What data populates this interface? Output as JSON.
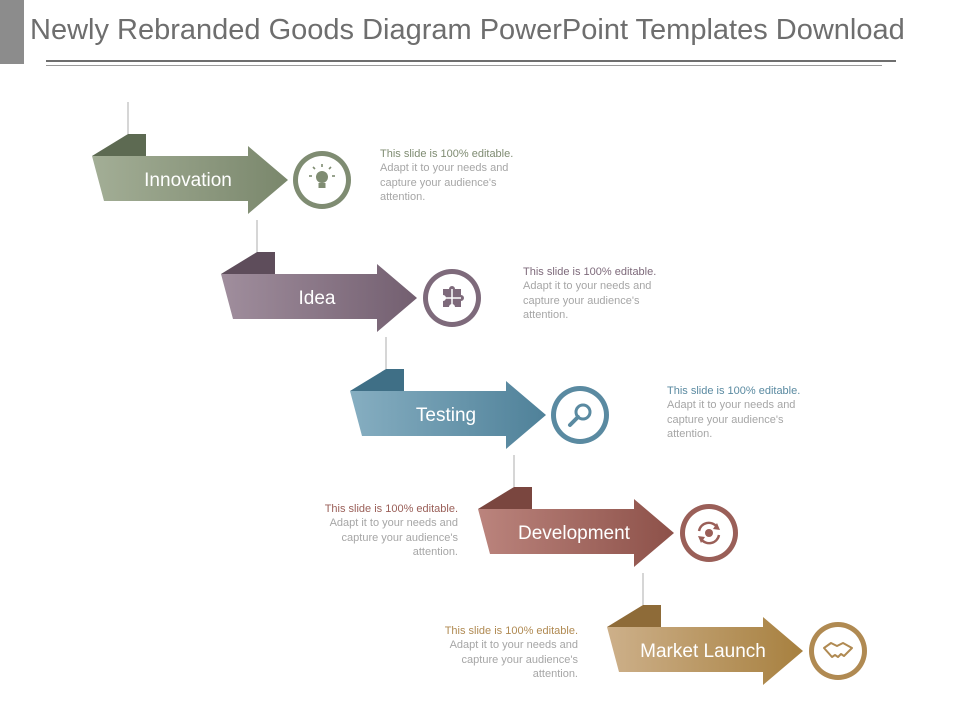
{
  "title": "Newly Rebranded Goods Diagram PowerPoint Templates  Download",
  "steps": [
    {
      "label": "Innovation",
      "color": "#7f8c72",
      "dark": "#5d6a52",
      "icon": "lightbulb-icon",
      "desc_lead": "This slide is 100% editable.",
      "desc_rest": "Adapt it to your needs and capture your audience's attention."
    },
    {
      "label": "Idea",
      "color": "#7e6a7b",
      "dark": "#5e4d5b",
      "icon": "puzzle-icon",
      "desc_lead": "This slide is 100% editable.",
      "desc_rest": "Adapt it to your needs and capture your audience's attention."
    },
    {
      "label": "Testing",
      "color": "#5a8aa1",
      "dark": "#3f6f86",
      "icon": "magnifier-icon",
      "desc_lead": "This slide is 100% editable.",
      "desc_rest": "Adapt it to your needs and capture your audience's attention."
    },
    {
      "label": "Development",
      "color": "#9a5f58",
      "dark": "#7a463f",
      "icon": "gear-cycle-icon",
      "desc_lead": "This slide is 100% editable.",
      "desc_rest": "Adapt it to your needs and capture your audience's attention."
    },
    {
      "label": "Market Launch",
      "color": "#b08a52",
      "dark": "#8e6b38",
      "icon": "handshake-icon",
      "desc_lead": "This slide is 100% editable.",
      "desc_rest": "Adapt it to your needs and capture your audience's attention."
    }
  ]
}
